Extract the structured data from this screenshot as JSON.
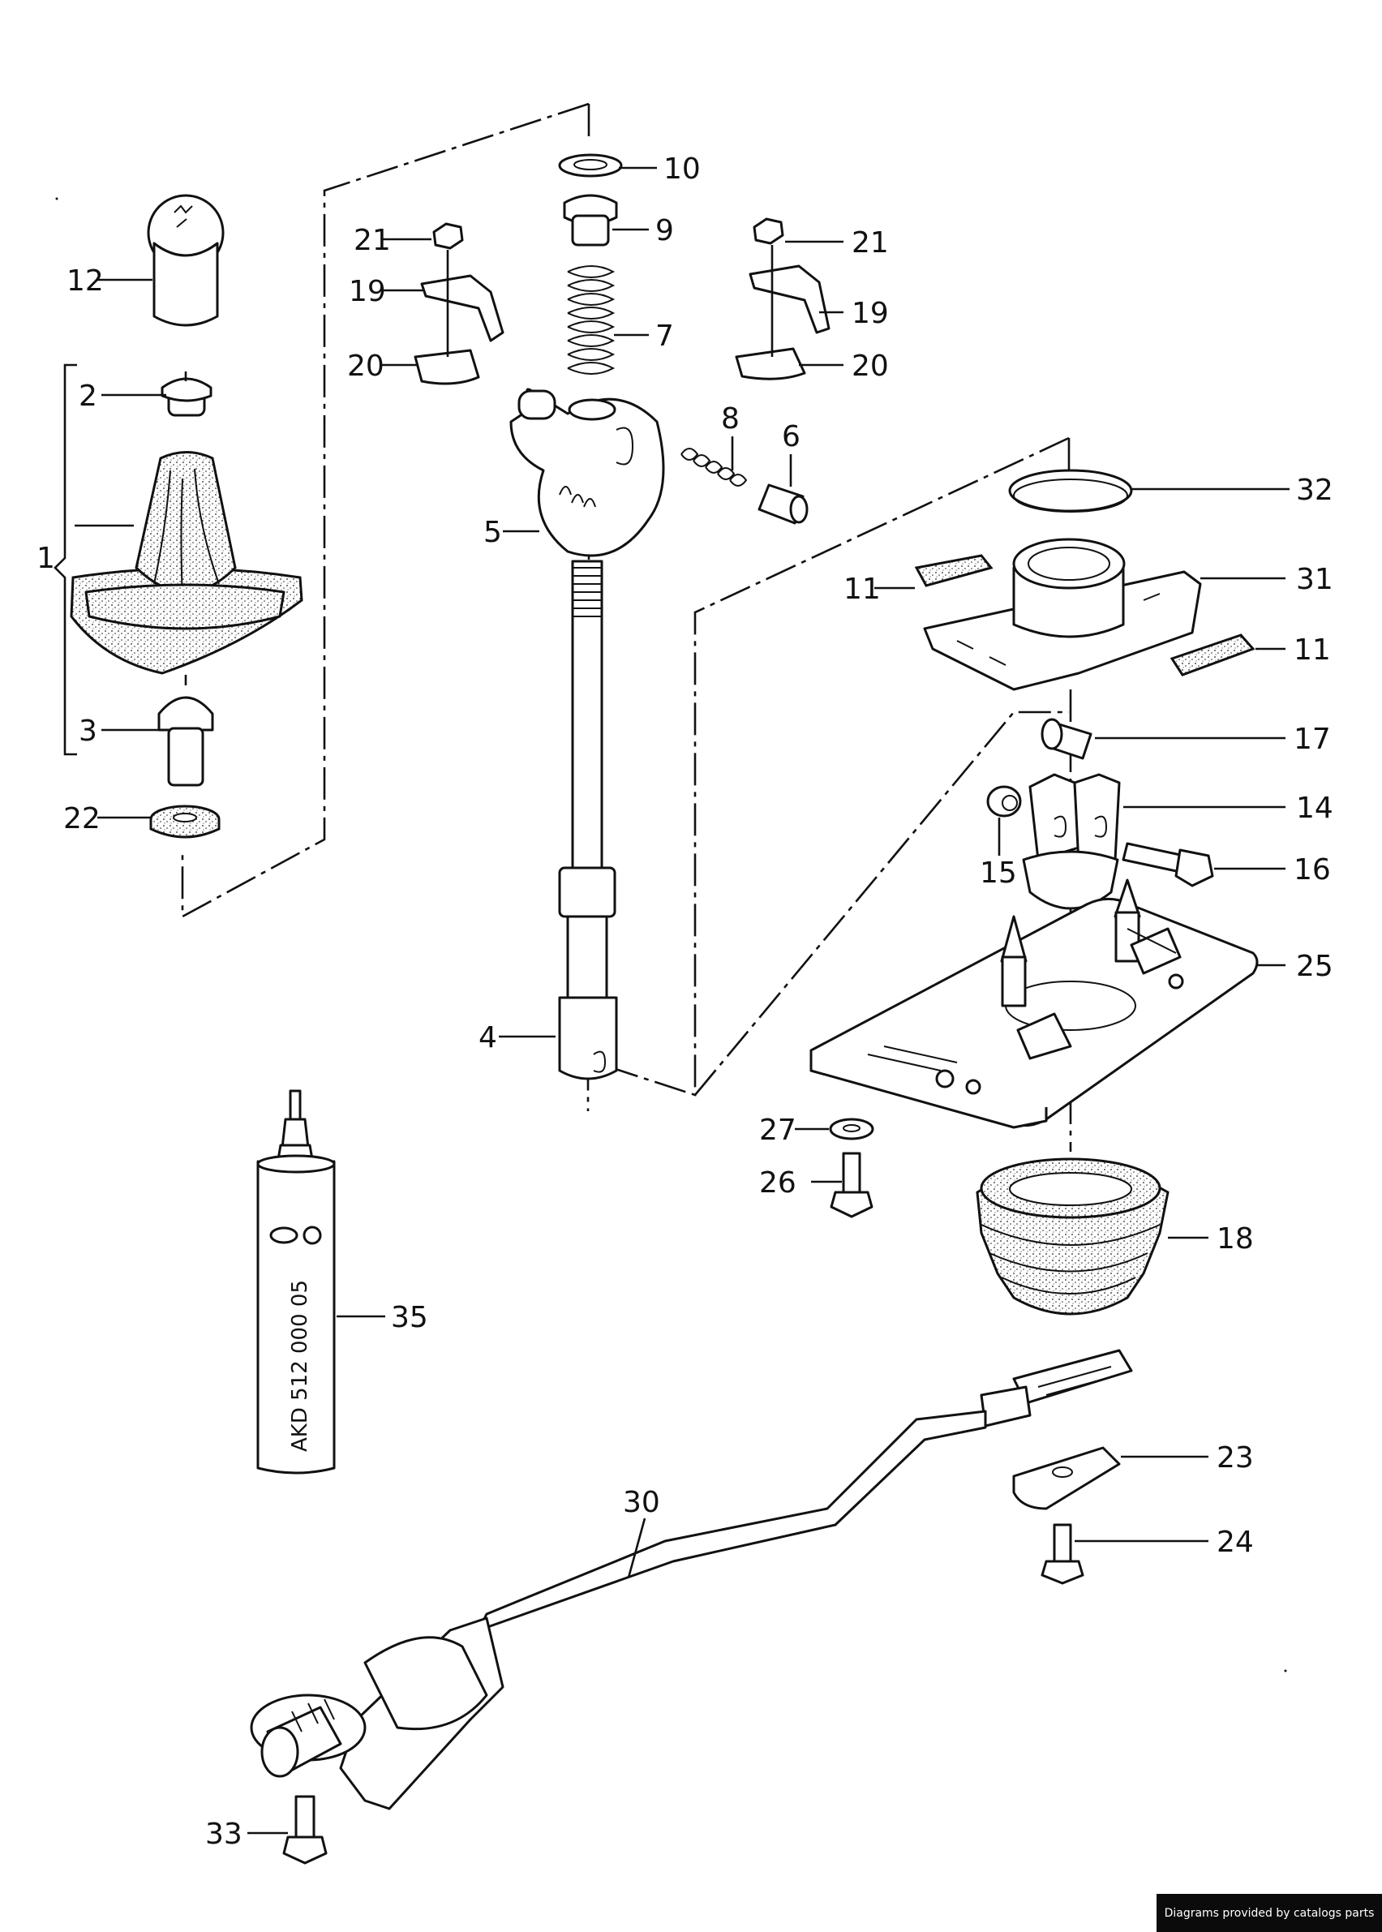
{
  "callouts": {
    "c1": "1",
    "c2": "2",
    "c3": "3",
    "c4": "4",
    "c5": "5",
    "c6": "6",
    "c7": "7",
    "c8": "8",
    "c9": "9",
    "c10": "10",
    "c11a": "11",
    "c11b": "11",
    "c12": "12",
    "c14": "14",
    "c15": "15",
    "c16": "16",
    "c17": "17",
    "c18": "18",
    "c19a": "19",
    "c19b": "19",
    "c20a": "20",
    "c20b": "20",
    "c21a": "21",
    "c21b": "21",
    "c22": "22",
    "c23": "23",
    "c24": "24",
    "c25": "25",
    "c26": "26",
    "c27": "27",
    "c30": "30",
    "c31": "31",
    "c32": "32",
    "c33": "33",
    "c35": "35"
  },
  "sealant_tube": {
    "part_number": "AKD 512 000 05"
  },
  "credit": "Diagrams provided by catalogs parts"
}
